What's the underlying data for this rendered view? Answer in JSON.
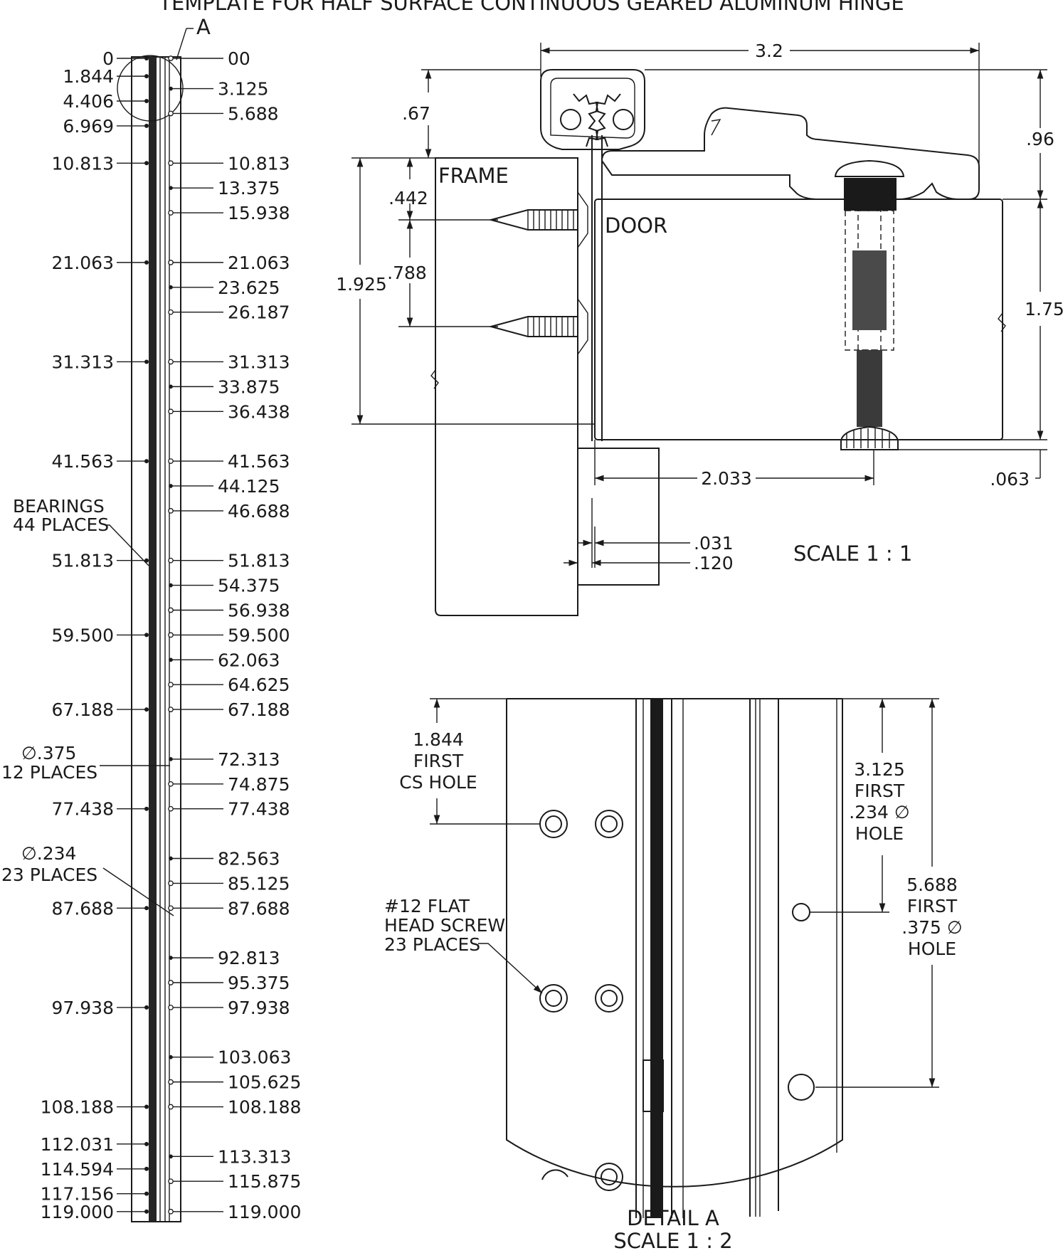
{
  "title": "TEMPLATE FOR HALF SURFACE CONTINUOUS GEARED ALUMINUM HINGE",
  "detail_marker": "A",
  "left_holes": [
    "0",
    "1.844",
    "4.406",
    "6.969",
    "10.813",
    "21.063",
    "31.313",
    "41.563",
    "51.813",
    "59.500",
    "67.188",
    "77.438",
    "87.688",
    "97.938",
    "108.188",
    "112.031",
    "114.594",
    "117.156",
    "119.000"
  ],
  "right_holes": [
    "00",
    "3.125",
    "5.688",
    "10.813",
    "13.375",
    "15.938",
    "21.063",
    "23.625",
    "26.187",
    "31.313",
    "33.875",
    "36.438",
    "41.563",
    "44.125",
    "46.688",
    "51.813",
    "54.375",
    "56.938",
    "59.500",
    "62.063",
    "64.625",
    "67.188",
    "72.313",
    "74.875",
    "77.438",
    "82.563",
    "85.125",
    "87.688",
    "92.813",
    "95.375",
    "97.938",
    "103.063",
    "105.625",
    "108.188",
    "113.313",
    "115.875",
    "119.000"
  ],
  "callouts": {
    "bearings": [
      "BEARINGS",
      "44 PLACES"
    ],
    "dia375": [
      "∅.375",
      "12 PLACES"
    ],
    "dia234": [
      "∅.234",
      "23 PLACES"
    ]
  },
  "section": {
    "frame_label": "FRAME",
    "door_label": "DOOR",
    "scale": "SCALE 1 : 1",
    "dims": {
      "width": "3.2",
      "top_offset": ".67",
      "overall_height": ".96",
      "screw_top": ".442",
      "screw_spacing": ".788",
      "frame_depth": "1.925",
      "door_thickness": "1.75",
      "screw_to_edge": "2.033",
      "bottom_gap": ".063",
      "gap_small": ".031",
      "gap_large": ".120"
    }
  },
  "detail": {
    "title": "DETAIL A",
    "scale": "SCALE 1 : 2",
    "cs_note": [
      "1.844",
      "FIRST",
      "CS HOLE"
    ],
    "hole234_note": [
      "3.125",
      "FIRST",
      ".234 ∅",
      "HOLE"
    ],
    "hole375_note": [
      "5.688",
      "FIRST",
      ".375 ∅",
      "HOLE"
    ],
    "screw_note": [
      "#12 FLAT",
      "HEAD SCREW",
      "23 PLACES"
    ]
  }
}
